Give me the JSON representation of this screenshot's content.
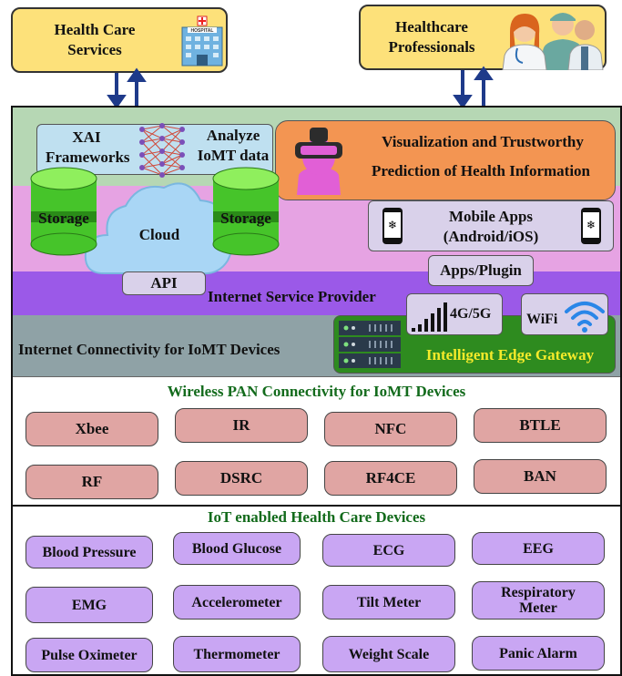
{
  "top": {
    "health_care_services": "Health Care\nServices",
    "hospital_sign": "HOSPITAL",
    "healthcare_professionals": "Healthcare\nProfessionals"
  },
  "xai": {
    "left": "XAI\nFrameworks",
    "right": "Analyze\nIoMT data"
  },
  "visualization": {
    "line1": "Visualization and Trustworthy",
    "line2": "Prediction of Health Information"
  },
  "cloud": {
    "label": "Cloud",
    "storage_left": "Storage",
    "storage_right": "Storage",
    "api": "API"
  },
  "mobile": {
    "line1": "Mobile Apps",
    "line2": "(Android/iOS)",
    "plugin": "Apps/Plugin"
  },
  "isp": {
    "label": "Internet Service Provider"
  },
  "connectivity": {
    "label": "Internet Connectivity for IoMT Devices",
    "cellular": "4G/5G",
    "wifi": "WiFi",
    "gateway": "Intelligent Edge Gateway"
  },
  "wireless_pan": {
    "title": "Wireless PAN Connectivity for IoMT Devices",
    "items": [
      "Xbee",
      "IR",
      "NFC",
      "BTLE",
      "RF",
      "DSRC",
      "RF4CE",
      "BAN"
    ]
  },
  "devices": {
    "title": "IoT enabled Health Care Devices",
    "items": [
      "Blood Pressure",
      "Blood Glucose",
      "ECG",
      "EEG",
      "EMG",
      "Accelerometer",
      "Tilt Meter",
      "Respiratory\nMeter",
      "Pulse Oximeter",
      "Thermometer",
      "Weight Scale",
      "Panic Alarm"
    ]
  },
  "colors": {
    "top_box": "#fde17a",
    "xai_band": "#b6d7b4",
    "cloud_band": "#e6a3e3",
    "isp_band": "#9b59e8",
    "connectivity_band": "#8fa2a6",
    "gateway": "#2e8b1f",
    "visualization": "#f39552",
    "pan_pill": "#e0a5a3",
    "device_pill": "#c9a6f3"
  }
}
